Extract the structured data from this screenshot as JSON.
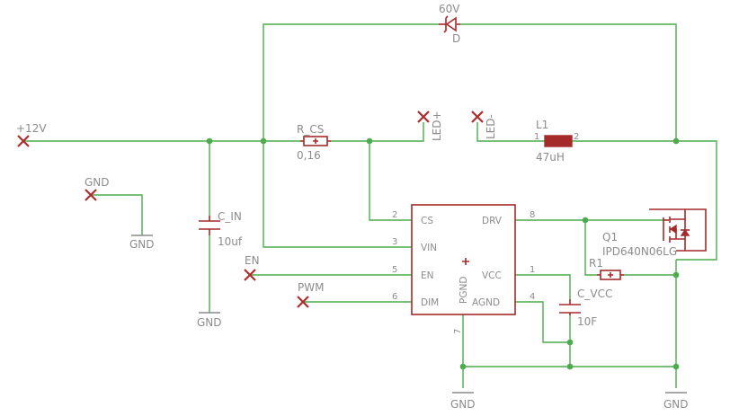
{
  "nets": {
    "v12": "+12V",
    "gnd": "GND",
    "en": "EN",
    "pwm": "PWM",
    "led_plus": "LED+",
    "led_minus": "LED-"
  },
  "diode": {
    "value": "60V",
    "name": "D"
  },
  "r_cs": {
    "name": "R_CS",
    "value": "0,16"
  },
  "c_in": {
    "name": "C_IN",
    "value": "10uf"
  },
  "l1": {
    "name": "L1",
    "value": "47uH",
    "pin1": "1",
    "pin2": "2"
  },
  "q1": {
    "name": "Q1",
    "value": "IPD640N06LG"
  },
  "r1": {
    "name": "R1"
  },
  "c_vcc": {
    "name": "C_VCC",
    "value": "10F"
  },
  "ic": {
    "pins_left": [
      {
        "num": "2",
        "name": "CS"
      },
      {
        "num": "3",
        "name": "VIN"
      },
      {
        "num": "5",
        "name": "EN"
      },
      {
        "num": "6",
        "name": "DIM"
      }
    ],
    "pins_right": [
      {
        "num": "8",
        "name": "DRV"
      },
      {
        "num": "1",
        "name": "VCC"
      },
      {
        "num": "4",
        "name": "AGND"
      }
    ],
    "bottom_pin_num": "7",
    "bottom_pin_name": "PGND"
  },
  "colors": {
    "wire": "#4cab4c",
    "symbol": "#a52a2a",
    "text": "#8c8c8c",
    "unconnected_marker": "#b02c2c"
  }
}
